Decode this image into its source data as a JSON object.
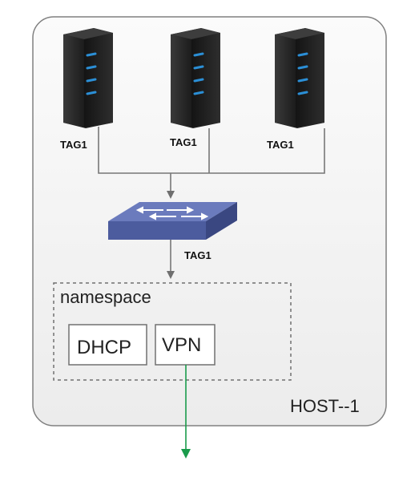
{
  "host": {
    "label": "HOST--1"
  },
  "servers": [
    {
      "tag": "TAG1"
    },
    {
      "tag": "TAG1"
    },
    {
      "tag": "TAG1"
    }
  ],
  "switch": {
    "tag": "TAG1"
  },
  "namespace": {
    "label": "namespace",
    "services": [
      {
        "label": "DHCP"
      },
      {
        "label": "VPN"
      }
    ]
  },
  "colors": {
    "host_fill": "#f2f2f2",
    "host_stroke": "#7f7f7f",
    "server_body": "#2b2b2b",
    "server_led": "#2b8fd6",
    "switch_fill": "#5566a8",
    "link_line": "#777777",
    "uplink_line": "#1a9b4b"
  }
}
